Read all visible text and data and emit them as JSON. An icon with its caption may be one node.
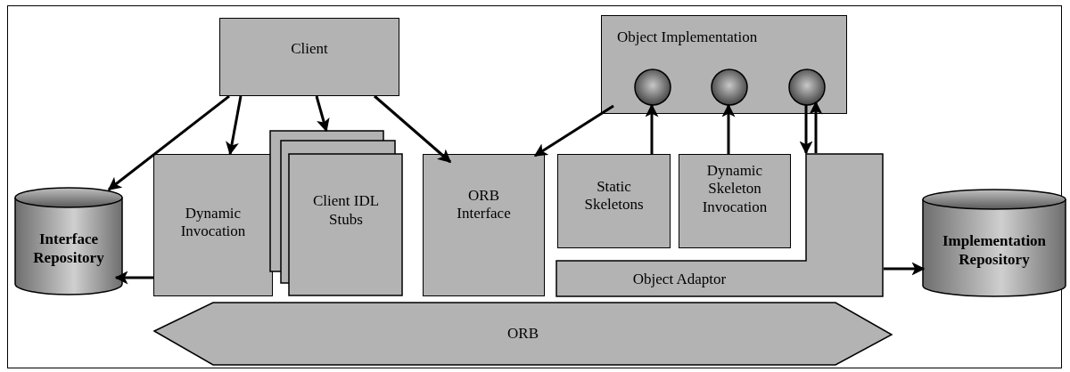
{
  "diagram": {
    "nodes": [
      {
        "text": [
          "Client"
        ]
      },
      {
        "text": [
          "Object Implementation"
        ]
      },
      {
        "text": [],
        "shape": "circle",
        "in": 1
      },
      {
        "text": [],
        "shape": "circle",
        "in": 1
      },
      {
        "text": [],
        "shape": "circle",
        "in": 1
      },
      {
        "text": [
          "Interface Repository"
        ]
      },
      {
        "text": [
          "Dynamic Invocation"
        ]
      },
      {
        "text": [
          "Client IDL Stubs"
        ]
      },
      {
        "text": [
          "ORB Interface"
        ]
      },
      {
        "text": [
          "Static Skeletons"
        ]
      },
      {
        "text": [
          "Dynamic Skeleton Invocation"
        ]
      },
      {
        "text": [
          "Object Adaptor"
        ]
      },
      {
        "text": [
          "Implementation Repository"
        ]
      },
      {
        "text": [
          "ORB"
        ]
      }
    ],
    "edges": [
      {
        "from": 0,
        "to": 5,
        "arrow": "to"
      },
      {
        "from": 0,
        "to": 6,
        "arrow": "to"
      },
      {
        "from": 0,
        "to": 7,
        "arrow": "to"
      },
      {
        "from": 0,
        "to": 8,
        "arrow": "to"
      },
      {
        "from": 1,
        "to": 8,
        "arrow": "to"
      },
      {
        "from": 9,
        "to": 2,
        "arrow": "to"
      },
      {
        "from": 10,
        "to": 3,
        "arrow": "to"
      },
      {
        "from": 4,
        "to": 11,
        "arrow": "to"
      },
      {
        "from": 11,
        "to": 4,
        "arrow": "to"
      },
      {
        "from": 6,
        "to": 5,
        "arrow": "to"
      },
      {
        "from": 11,
        "to": 12,
        "arrow": "to"
      }
    ]
  }
}
